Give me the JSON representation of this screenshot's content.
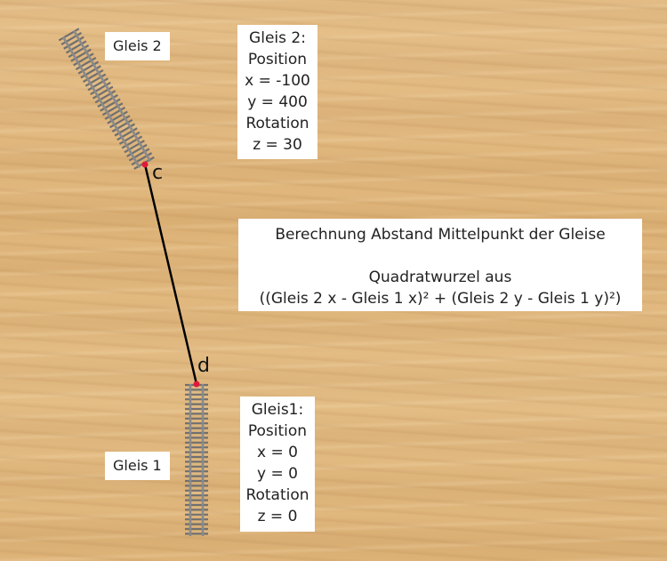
{
  "track_labels": {
    "gleis2": "Gleis 2",
    "gleis1": "Gleis 1"
  },
  "info_gleis2": {
    "lines": [
      "Gleis 2:",
      "Position",
      "x = -100",
      "y = 400",
      "Rotation",
      "z = 30"
    ]
  },
  "info_gleis1": {
    "lines": [
      "Gleis1:",
      "Position",
      "x = 0",
      "y = 0",
      "Rotation",
      "z = 0"
    ]
  },
  "formula": {
    "title": "Berechnung Abstand Mittelpunkt der Gleise",
    "line1": "Quadratwurzel aus",
    "line2": "((Gleis 2 x - Gleis 1 x)² + (Gleis 2 y - Gleis 1 y)²)"
  },
  "points": {
    "c": "c",
    "d": "d"
  },
  "colors": {
    "marker": "#e0193c",
    "connector": "#000000",
    "rail": "#8a8a8a",
    "sleeper": "#6f6f6f"
  }
}
